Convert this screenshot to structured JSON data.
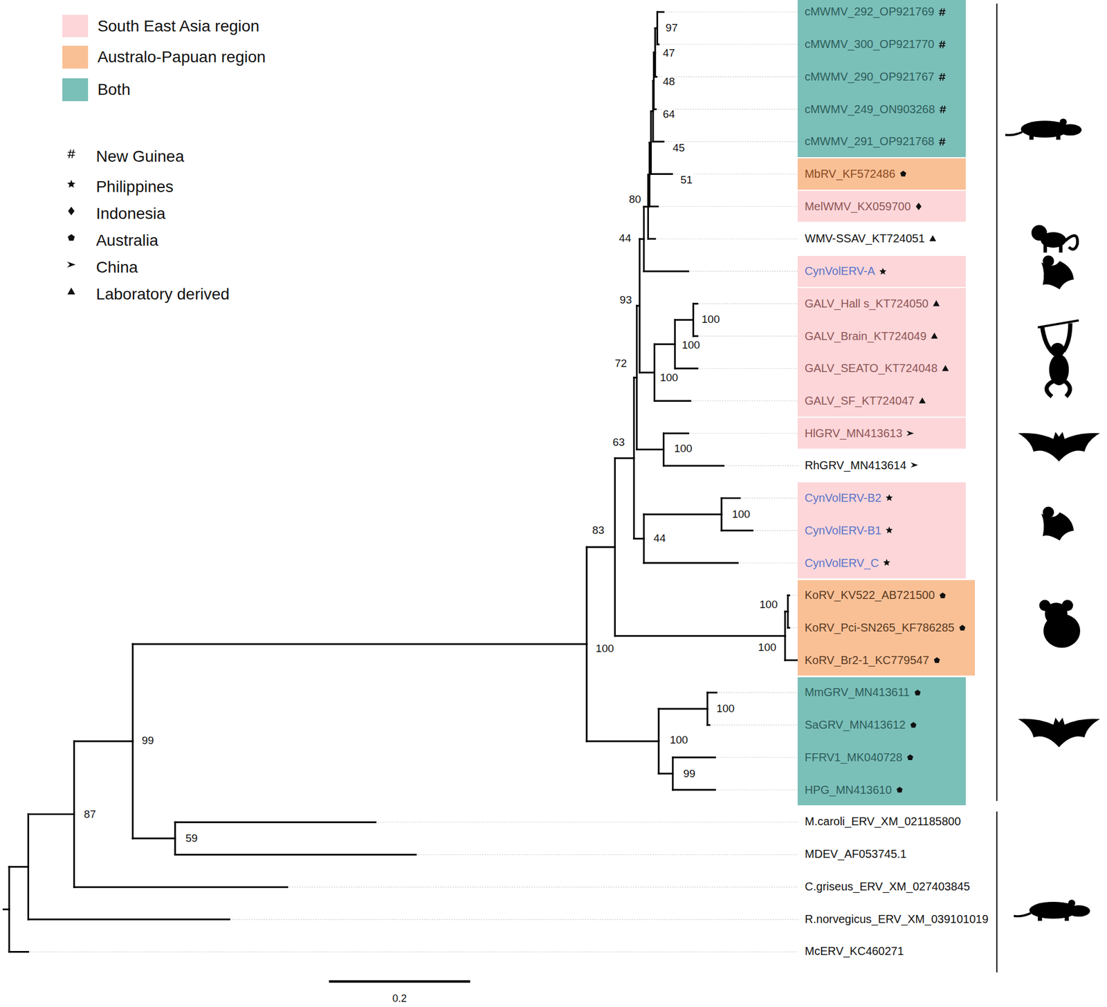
{
  "diagram": {
    "nodes": [
      {
        "text": [
          "cMWMV_292_OP921769",
          "cMWMV_300_OP921770",
          "cMWMV_290_OP921767",
          "cMWMV_249_ON903268",
          "cMWMV_291_OP921768"
        ]
      },
      {
        "text": [
          "MbRV_KF572486"
        ]
      },
      {
        "text": [
          "MelWMV_KX059700"
        ]
      },
      {
        "text": [
          "CynVolERV-A"
        ]
      },
      {
        "text": [
          "GALV_Hall s_KT724050",
          "GALV_Brain_KT724049",
          "GALV_SEATO_KT724048",
          "GALV_SF_KT724047"
        ]
      },
      {
        "text": [
          "HlGRV_MN413613"
        ]
      },
      {
        "text": [
          "CynVolERV-B2",
          "CynVolERV-B1",
          "CynVolERV_C"
        ]
      },
      {
        "text": [
          "KoRV_KV522_AB721500",
          "KoRV_Pci-SN265_KF786285",
          "KoRV_Br2-1_KC779547"
        ]
      },
      {
        "text": [
          "MmGRV_MN413611",
          "SaGRV_MN413612",
          "FFRV1_MK040728",
          "HPG_MN413610"
        ]
      }
    ],
    "labels": [
      "97",
      "47",
      "48",
      "64",
      "45",
      "51",
      "80",
      "WMV-SSAV_KT724051",
      "44",
      "93",
      "100",
      "100",
      "72",
      "100",
      "63",
      "100",
      "RhGRV_MN413614",
      "100",
      "44",
      "83",
      "100",
      "100",
      "100",
      "100",
      "100",
      "99",
      "99",
      "87",
      "M.caroli_ERV_XM_021185800",
      "59",
      "MDEV_AF053745.1",
      "C.griseus_ERV_XM_027403845",
      "R.norvegicus_ERV_XM_039101019",
      "McERV_KC460271",
      "0.2"
    ],
    "legend": [
      {
        "text": "South East Asia region",
        "color": "#fcd6d9"
      },
      {
        "text": "Australo-Papuan region",
        "color": "#f9c096"
      },
      {
        "text": "Both",
        "color": "#7bbfb9"
      },
      {
        "text": "New Guinea"
      },
      {
        "text": "Philippines"
      },
      {
        "text": "Indonesia"
      },
      {
        "text": "Australia"
      },
      {
        "text": "China"
      },
      {
        "text": "Laboratory derived"
      }
    ]
  }
}
